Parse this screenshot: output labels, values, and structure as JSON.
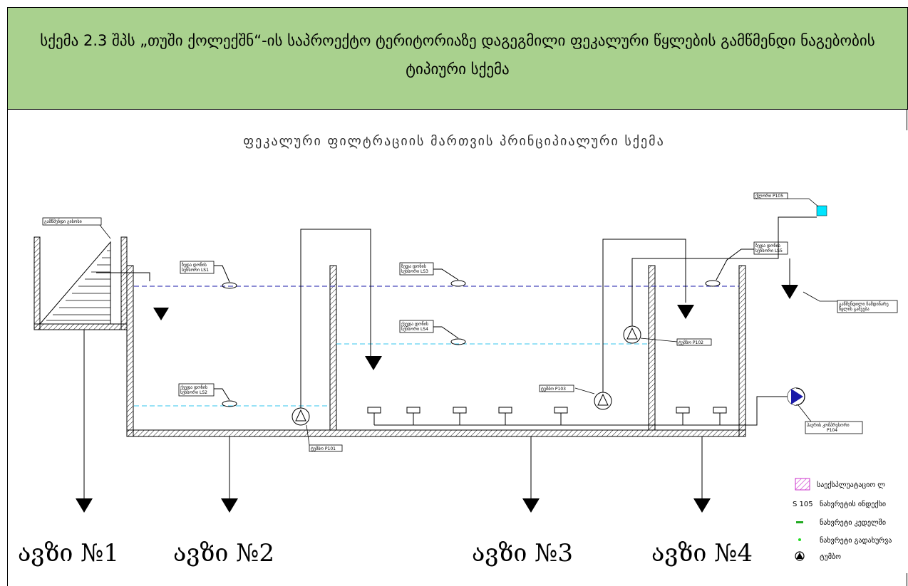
{
  "header": {
    "title": "სქემა 2.3 შპს „თუში ქოლექშნ“-ის საპროექტო ტერიტორიაზე დაგეგმილი ფეკალური წყლების გამწმენდი ნაგებობის ტიპიური სქემა",
    "background": "#a9d18e"
  },
  "scheme": {
    "title": "ფეკალური ფილტრაციის მართვის პრინციპიალური სქემა",
    "labels": {
      "screen": "გამწმენდი გისოსი",
      "ls1": [
        "ზედა დონის",
        "სენსორი LS1"
      ],
      "ls2": [
        "ქვედა დონის",
        "სენსორი LS2"
      ],
      "ls3": [
        "ზედა დონის",
        "სენსორი LS3"
      ],
      "ls4": [
        "ქვედა დონის",
        "სენსორი LS4"
      ],
      "ls5": [
        "ზედა დონის",
        "სენსორი LS5"
      ],
      "p101": "ტუმბო P101",
      "p102": "ტუმბო P102",
      "p103": "ტუმბო P103",
      "p104": [
        "ჰაერის კომპრესორი",
        "P104"
      ],
      "p105": "ქლორი P105",
      "outlet": [
        "გაწმენდილი ჩამდინარე",
        "წყლის გაშვება"
      ]
    },
    "pools": [
      "ავზი №1",
      "ავზი №2",
      "ავზი №3",
      "ავზი №4"
    ],
    "colors": {
      "upper_level": "#1a1aa8",
      "lower_level": "#33c6ee",
      "dosing": "#00e5ff",
      "hatch_legend": "#cc33cc",
      "green": "#22aa22"
    }
  },
  "legend": {
    "items": [
      {
        "icon": "hatched-area-icon",
        "text": "საექსპლუატაციო ლ"
      },
      {
        "icon": "s105-text",
        "code": "S 105",
        "text": "ნახვრეტის ინდექსი"
      },
      {
        "icon": "green-dash-icon",
        "text": "ნახვრეტი კედელში"
      },
      {
        "icon": "green-dot-icon",
        "text": "ნახვრეტი გადახურვა"
      },
      {
        "icon": "pump-symbol-icon",
        "text": "ტუმბო"
      }
    ]
  }
}
